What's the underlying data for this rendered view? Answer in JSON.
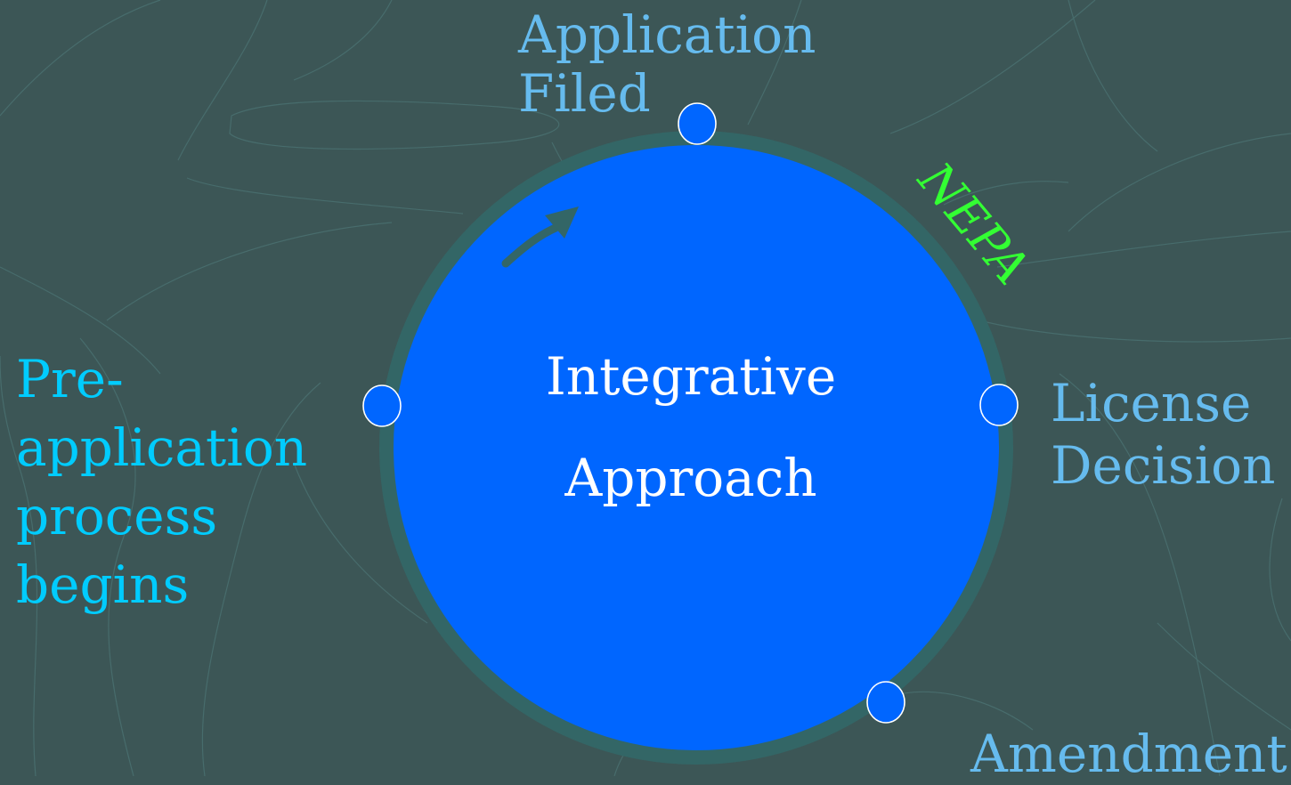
{
  "diagram": {
    "center": {
      "lines": [
        "Integrative",
        "Approach"
      ],
      "fill": "#0066ff",
      "ring": "#336666"
    },
    "stages": {
      "application_filed": {
        "lines": [
          "Application",
          "Filed"
        ]
      },
      "pre_application": {
        "lines": [
          "Pre-",
          "application",
          "process",
          "begins"
        ]
      },
      "license_decision": {
        "lines": [
          "License",
          "Decision"
        ]
      },
      "amendment": {
        "lines": [
          "Amendment"
        ]
      }
    },
    "nepa": {
      "label": "NEPA"
    },
    "colors": {
      "background": "#3c5656",
      "stage_label": "#66bbee",
      "pre_app_label": "#00ccff",
      "nepa": "#33ff33",
      "center_text": "#ffffff",
      "node_fill": "#0066ff",
      "node_stroke": "#ffffff",
      "arrow": "#336666",
      "contour": "#4a7070"
    }
  }
}
